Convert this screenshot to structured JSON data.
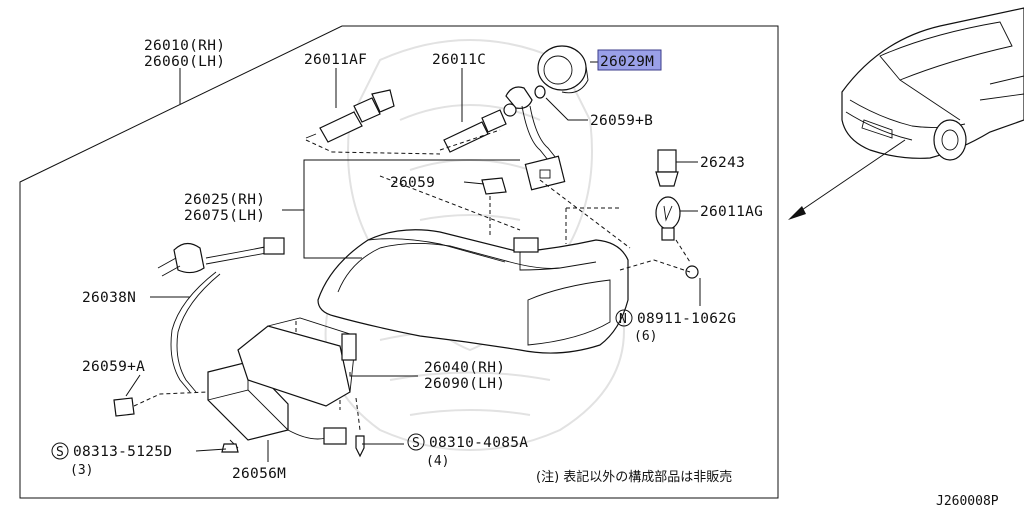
{
  "labels": {
    "p26010": "26010(RH)",
    "p26060": "26060(LH)",
    "p26011af": "26011AF",
    "p26011c": "26011C",
    "p26029m": "26029M",
    "p26059b": "26059+B",
    "p26243": "26243",
    "p26059": "26059",
    "p26025": "26025(RH)",
    "p26075": "26075(LH)",
    "p26011ag": "26011AG",
    "p26038n": "26038N",
    "p08911": "08911-1062G",
    "p08911_qty": "(6)",
    "p26040": "26040(RH)",
    "p26090": "26090(LH)",
    "p26059a": "26059+A",
    "p08313": "08313-5125D",
    "p08313_qty": "(3)",
    "p08310": "08310-4085A",
    "p08310_qty": "(4)",
    "p26056m": "26056M",
    "circle_n": "N",
    "circle_s1": "S",
    "circle_s2": "S"
  },
  "note": "(注) 表記以外の構成部品は非販売",
  "diagram_code": "J260008P",
  "highlight_color": "#9aa0e8"
}
